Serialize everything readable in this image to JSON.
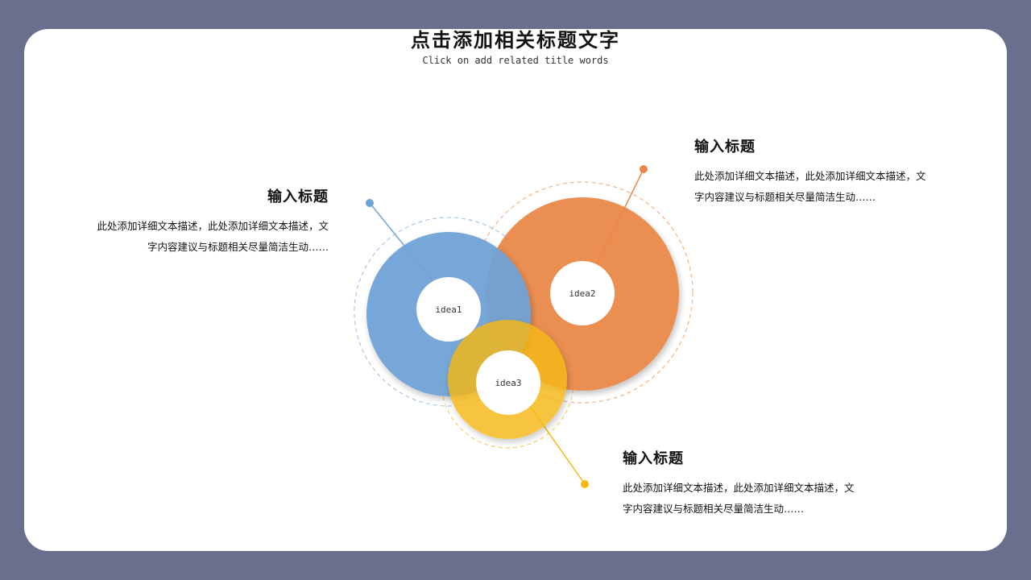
{
  "header": {
    "title": "点击添加相关标题文字",
    "subtitle": "Click on add related title words"
  },
  "ideas": [
    {
      "label": "idea1",
      "color": "#6fa3d6"
    },
    {
      "label": "idea2",
      "color": "#e9884a"
    },
    {
      "label": "idea3",
      "color": "#f5b813"
    }
  ],
  "blocks": [
    {
      "title": "输入标题",
      "desc": "此处添加详细文本描述，此处添加详细文本描述，文字内容建议与标题相关尽量简洁生动……"
    },
    {
      "title": "输入标题",
      "desc": "此处添加详细文本描述，此处添加详细文本描述，文字内容建议与标题相关尽量简洁生动……"
    },
    {
      "title": "输入标题",
      "desc": "此处添加详细文本描述，此处添加详细文本描述，文字内容建议与标题相关尽量简洁生动……"
    }
  ],
  "colors": {
    "background": "#6b6f8e",
    "card": "#ffffff",
    "blue": "#6fa3d6",
    "orange": "#e9884a",
    "yellow": "#f5b813"
  }
}
